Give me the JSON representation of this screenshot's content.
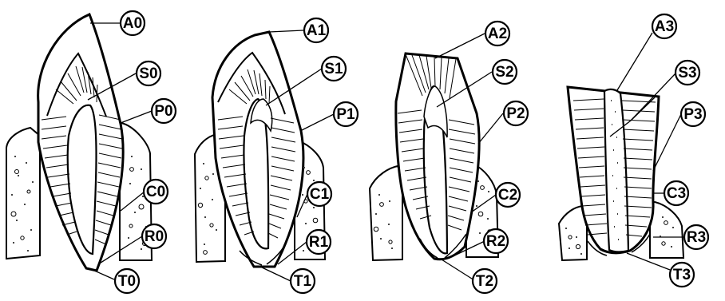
{
  "diagram": {
    "stages": [
      {
        "labels": [
          "A0",
          "S0",
          "P0",
          "C0",
          "R0",
          "T0"
        ]
      },
      {
        "labels": [
          "A1",
          "S1",
          "P1",
          "C1",
          "R1",
          "T1"
        ]
      },
      {
        "labels": [
          "A2",
          "S2",
          "P2",
          "C2",
          "R2",
          "T2"
        ]
      },
      {
        "labels": [
          "A3",
          "S3",
          "P3",
          "C3",
          "R3",
          "T3"
        ]
      }
    ],
    "colors": {
      "ink": "#000000",
      "paper": "#ffffff",
      "stipple": "#444444"
    }
  }
}
